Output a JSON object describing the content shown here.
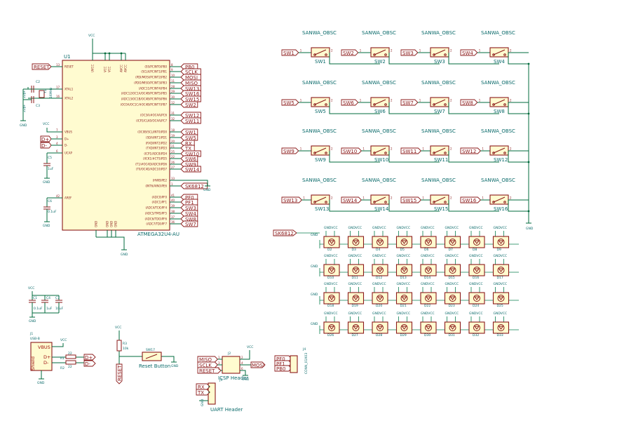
{
  "mcu": {
    "ref": "U1",
    "value": "ATMEGA32U4-AU",
    "power_pins": [
      "UVCC",
      "VCC",
      "VCC",
      "AVCC",
      "AVCC"
    ],
    "left_pins": [
      {
        "num": "13",
        "name": "RESET",
        "net": "RESET"
      },
      {
        "num": "17",
        "name": "XTAL1",
        "net": ""
      },
      {
        "num": "16",
        "name": "XTAL2",
        "net": ""
      },
      {
        "num": "7",
        "name": "VBUS",
        "net": ""
      },
      {
        "num": "3",
        "name": "D+",
        "net": ""
      },
      {
        "num": "4",
        "name": "D-",
        "net": ""
      },
      {
        "num": "6",
        "name": "UCAP",
        "net": ""
      },
      {
        "num": "42",
        "name": "AREF",
        "net": ""
      }
    ],
    "right_pins": [
      {
        "num": "8",
        "name": "(SS/PCINT0)PB0",
        "net": "PB0"
      },
      {
        "num": "9",
        "name": "(SCLK/PCINT1)PB1",
        "net": "SCLK"
      },
      {
        "num": "10",
        "name": "(PDI/MOSI/PCINT2)PB2",
        "net": "MOSI"
      },
      {
        "num": "11",
        "name": "(PDO/MISO/PCINT3)PB3",
        "net": "MISO"
      },
      {
        "num": "28",
        "name": "(ADC11/PCINT4)PB4",
        "net": "SW13"
      },
      {
        "num": "29",
        "name": "(ADC12/OC1A/OC4B/PCINT5)PB5",
        "net": "SW16"
      },
      {
        "num": "30",
        "name": "(ADC13/OC1B/OC4B/PCINT6)PB6",
        "net": "SW15"
      },
      {
        "num": "12",
        "name": "(OC0A/OC1C/#OC4B/PCINT7)PB7",
        "net": "SW2"
      },
      {
        "num": "31",
        "name": "(OC3A/#OC4A)PC6",
        "net": "SW12"
      },
      {
        "num": "32",
        "name": "(ICP3/CLK0/OC4A)PC7",
        "net": "SW11"
      },
      {
        "num": "18",
        "name": "(OC0B/SCL/INT0)PD0",
        "net": "SW1"
      },
      {
        "num": "19",
        "name": "(SDA/INT1)PD1",
        "net": "SW5"
      },
      {
        "num": "20",
        "name": "(RXD/INT2)PD2",
        "net": "RX"
      },
      {
        "num": "21",
        "name": "(TXD/INT3)PD3",
        "net": "TX"
      },
      {
        "num": "25",
        "name": "(ICP1/ADC8)PD4",
        "net": "SW10"
      },
      {
        "num": "22",
        "name": "(XCK1/#CTS)PD5",
        "net": "SW6"
      },
      {
        "num": "26",
        "name": "(T1/#OC4D/ADC9)PD6",
        "net": "SW9"
      },
      {
        "num": "27",
        "name": "(T0/OC4D/ADC10)PD7",
        "net": "SW14"
      },
      {
        "num": "33",
        "name": "(HWB)PE2",
        "net": ""
      },
      {
        "num": "1",
        "name": "(INT6/AIN0)PE6",
        "net": "SK6812"
      },
      {
        "num": "41",
        "name": "(ADC0)PF0",
        "net": "PF0"
      },
      {
        "num": "40",
        "name": "(ADC1)PF1",
        "net": "PF1"
      },
      {
        "num": "39",
        "name": "(ADC4/TCK)PF4",
        "net": "SW3"
      },
      {
        "num": "38",
        "name": "(ADC5/TMS)PF5",
        "net": "SW4"
      },
      {
        "num": "37",
        "name": "(ADC6/TDO)PF6",
        "net": "SW8"
      },
      {
        "num": "36",
        "name": "(ADC7/TDI)PF7",
        "net": "SW7"
      }
    ],
    "gnd_pin_label": "GND"
  },
  "crystal": {
    "ref": "Y1",
    "value": "16MHz",
    "c2": "22pF",
    "c3": "22pF",
    "c2_ref": "C2",
    "c3_ref": "C3"
  },
  "caps": {
    "c5": {
      "ref": "C5",
      "value": "1uF"
    },
    "c6": {
      "ref": "C6",
      "value": "0.1uF"
    },
    "c1": {
      "ref": "C1",
      "value": "0.1uF"
    },
    "c4": {
      "ref": "C4",
      "value": "1uF"
    },
    "c7": {
      "ref": "C7",
      "value": "10uF"
    }
  },
  "power": {
    "vcc": "VCC",
    "gnd": "GND"
  },
  "switches": {
    "value": "SANWA_OBSC",
    "items": [
      "SW1",
      "SW2",
      "SW3",
      "SW4",
      "SW5",
      "SW6",
      "SW7",
      "SW8",
      "SW9",
      "SW10",
      "SW11",
      "SW12",
      "SW13",
      "SW14",
      "SW15",
      "SW16"
    ]
  },
  "led_matrix": {
    "input_label": "SK6812",
    "rows": [
      [
        "D2",
        "D3",
        "D4",
        "D5",
        "D6",
        "D7",
        "D8",
        "D9"
      ],
      [
        "D10",
        "D11",
        "D12",
        "D13",
        "D14",
        "D15",
        "D16",
        "D17"
      ],
      [
        "D18",
        "D19",
        "D20",
        "D21",
        "D22",
        "D23",
        "D24",
        "D25"
      ],
      [
        "D26",
        "D27",
        "D28",
        "D29",
        "D30",
        "D31",
        "D32",
        "D33"
      ]
    ]
  },
  "usb": {
    "ref": "J1",
    "value": "USB-B",
    "pin_vbus": "VBUS",
    "pin_dp": "D+",
    "pin_dm": "D-",
    "shield": "Shield",
    "r1": "R1",
    "r2": "R2",
    "r1_val": "22",
    "r2_val": "22"
  },
  "reset": {
    "sw": "SW17",
    "label": "Reset Button",
    "r3": "R3",
    "r3_val": "10k",
    "net": "RESET"
  },
  "icsp": {
    "ref": "J2",
    "label": "ICSP Header",
    "left": [
      "MISO",
      "SCLK",
      "RESET"
    ],
    "right": [
      "MOSI"
    ]
  },
  "j4": {
    "ref": "J4",
    "value": "CONN_01X03",
    "nets": [
      "PF0",
      "PF1",
      "PB0"
    ]
  },
  "uart": {
    "ref": "J3",
    "label": "UART Header",
    "nets": [
      "RX",
      "TX"
    ]
  }
}
